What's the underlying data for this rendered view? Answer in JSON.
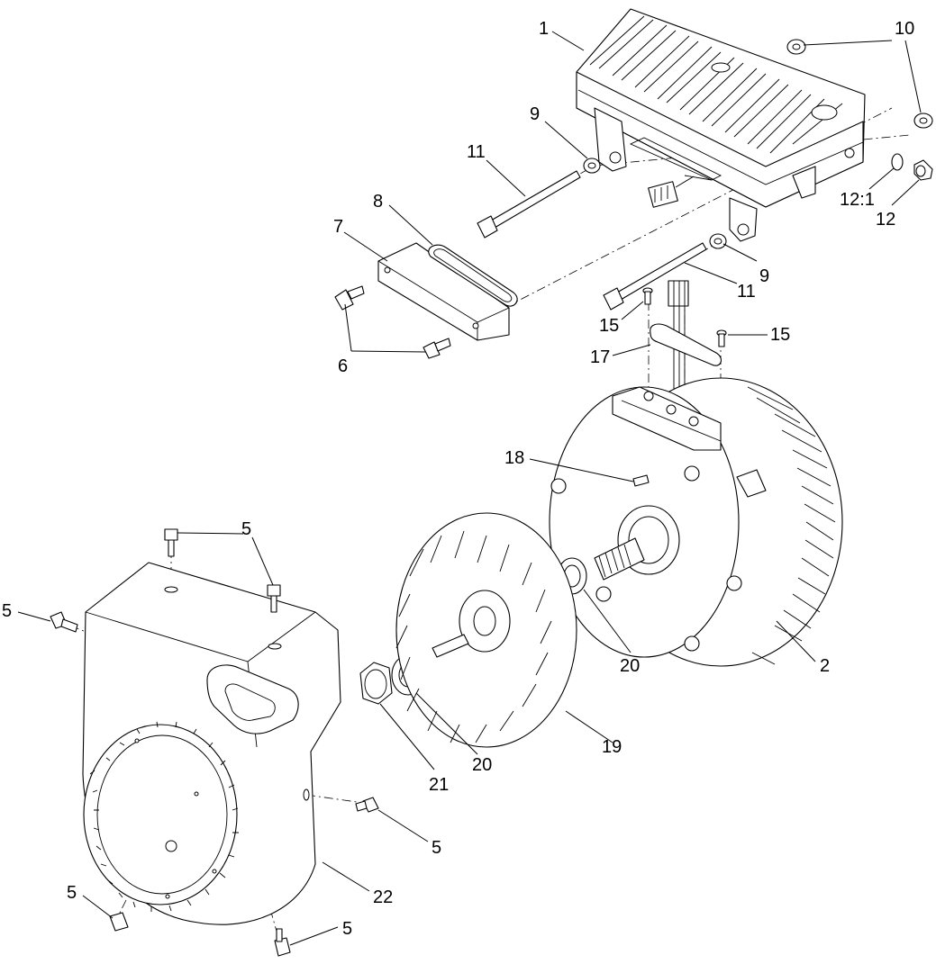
{
  "callouts": {
    "c1": "1",
    "c2": "2",
    "c5a": "5",
    "c5b": "5",
    "c5c": "5",
    "c5d": "5",
    "c5e": "5",
    "c6": "6",
    "c7": "7",
    "c8": "8",
    "c9a": "9",
    "c9b": "9",
    "c10": "10",
    "c11a": "11",
    "c11b": "11",
    "c12": "12",
    "c12_1": "12:1",
    "c15a": "15",
    "c15b": "15",
    "c17": "17",
    "c18": "18",
    "c19": "19",
    "c20a": "20",
    "c20b": "20",
    "c21": "21",
    "c22": "22"
  }
}
